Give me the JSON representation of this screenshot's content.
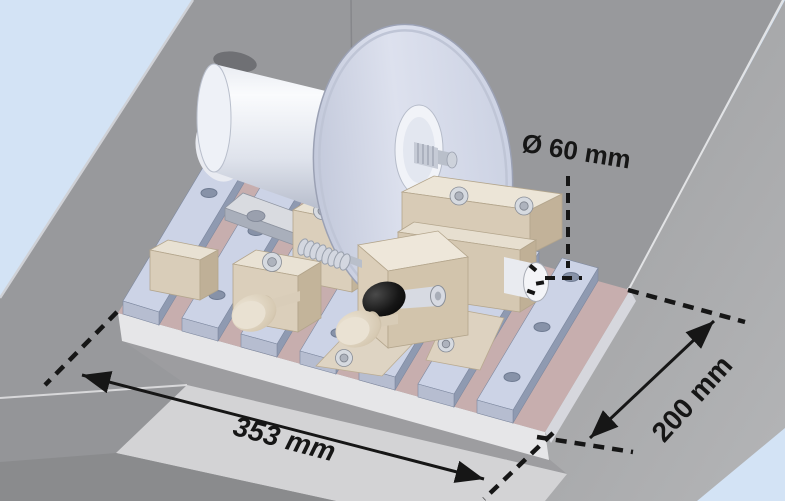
{
  "illustration": {
    "subject": "bench machine with cross-slotted work table, clamping fixtures, spindle and abrasive disc",
    "dimensions": {
      "wheel_diameter": {
        "label": "Ø 60 mm"
      },
      "table_length": {
        "label": "353 mm"
      },
      "table_depth": {
        "label": "200 mm"
      }
    },
    "colors": {
      "background_blue": "#d3e3f5",
      "machine_gray": "#98999c",
      "machine_gray_light": "#acadaf",
      "floor_strip": "#d3d3d5",
      "table_rail_top": "#ccd3e6",
      "table_rail_side": "#8f9ab1",
      "table_groove_pink": "#c7aeae",
      "fixture_beige": "#d8cbb6",
      "fixture_beige_light": "#ece5d7",
      "disc_lavender": "#d9deec",
      "knob_black": "#111111",
      "annotation_black": "#161616"
    }
  }
}
